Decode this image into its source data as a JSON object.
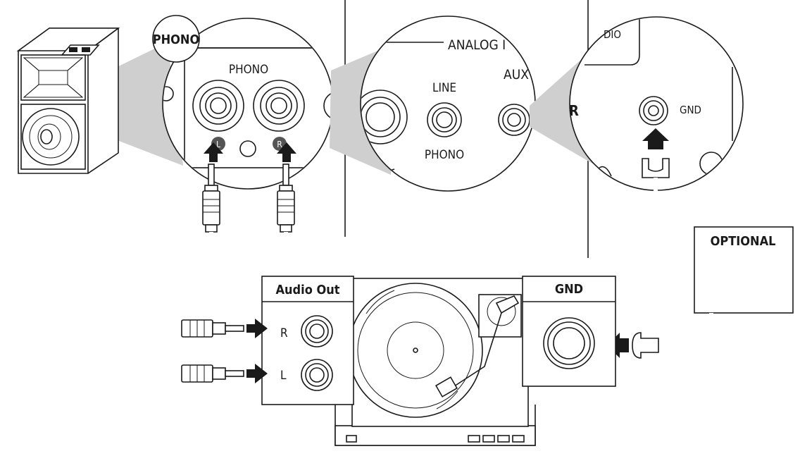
{
  "labels": {
    "phono_badge": "PHONO",
    "phono_header": "PHONO",
    "jack_l": "L",
    "jack_r": "R",
    "analog_in": "ANALOG I",
    "line": "LINE",
    "aux": "AUX",
    "phono_lower": "PHONO",
    "audio_partial": "DIO",
    "r_partial": "R",
    "gnd_zoom": "GND",
    "optional": "OPTIONAL",
    "audio_out": "Audio Out",
    "out_r": "R",
    "out_l": "L",
    "gnd_box": "GND"
  }
}
